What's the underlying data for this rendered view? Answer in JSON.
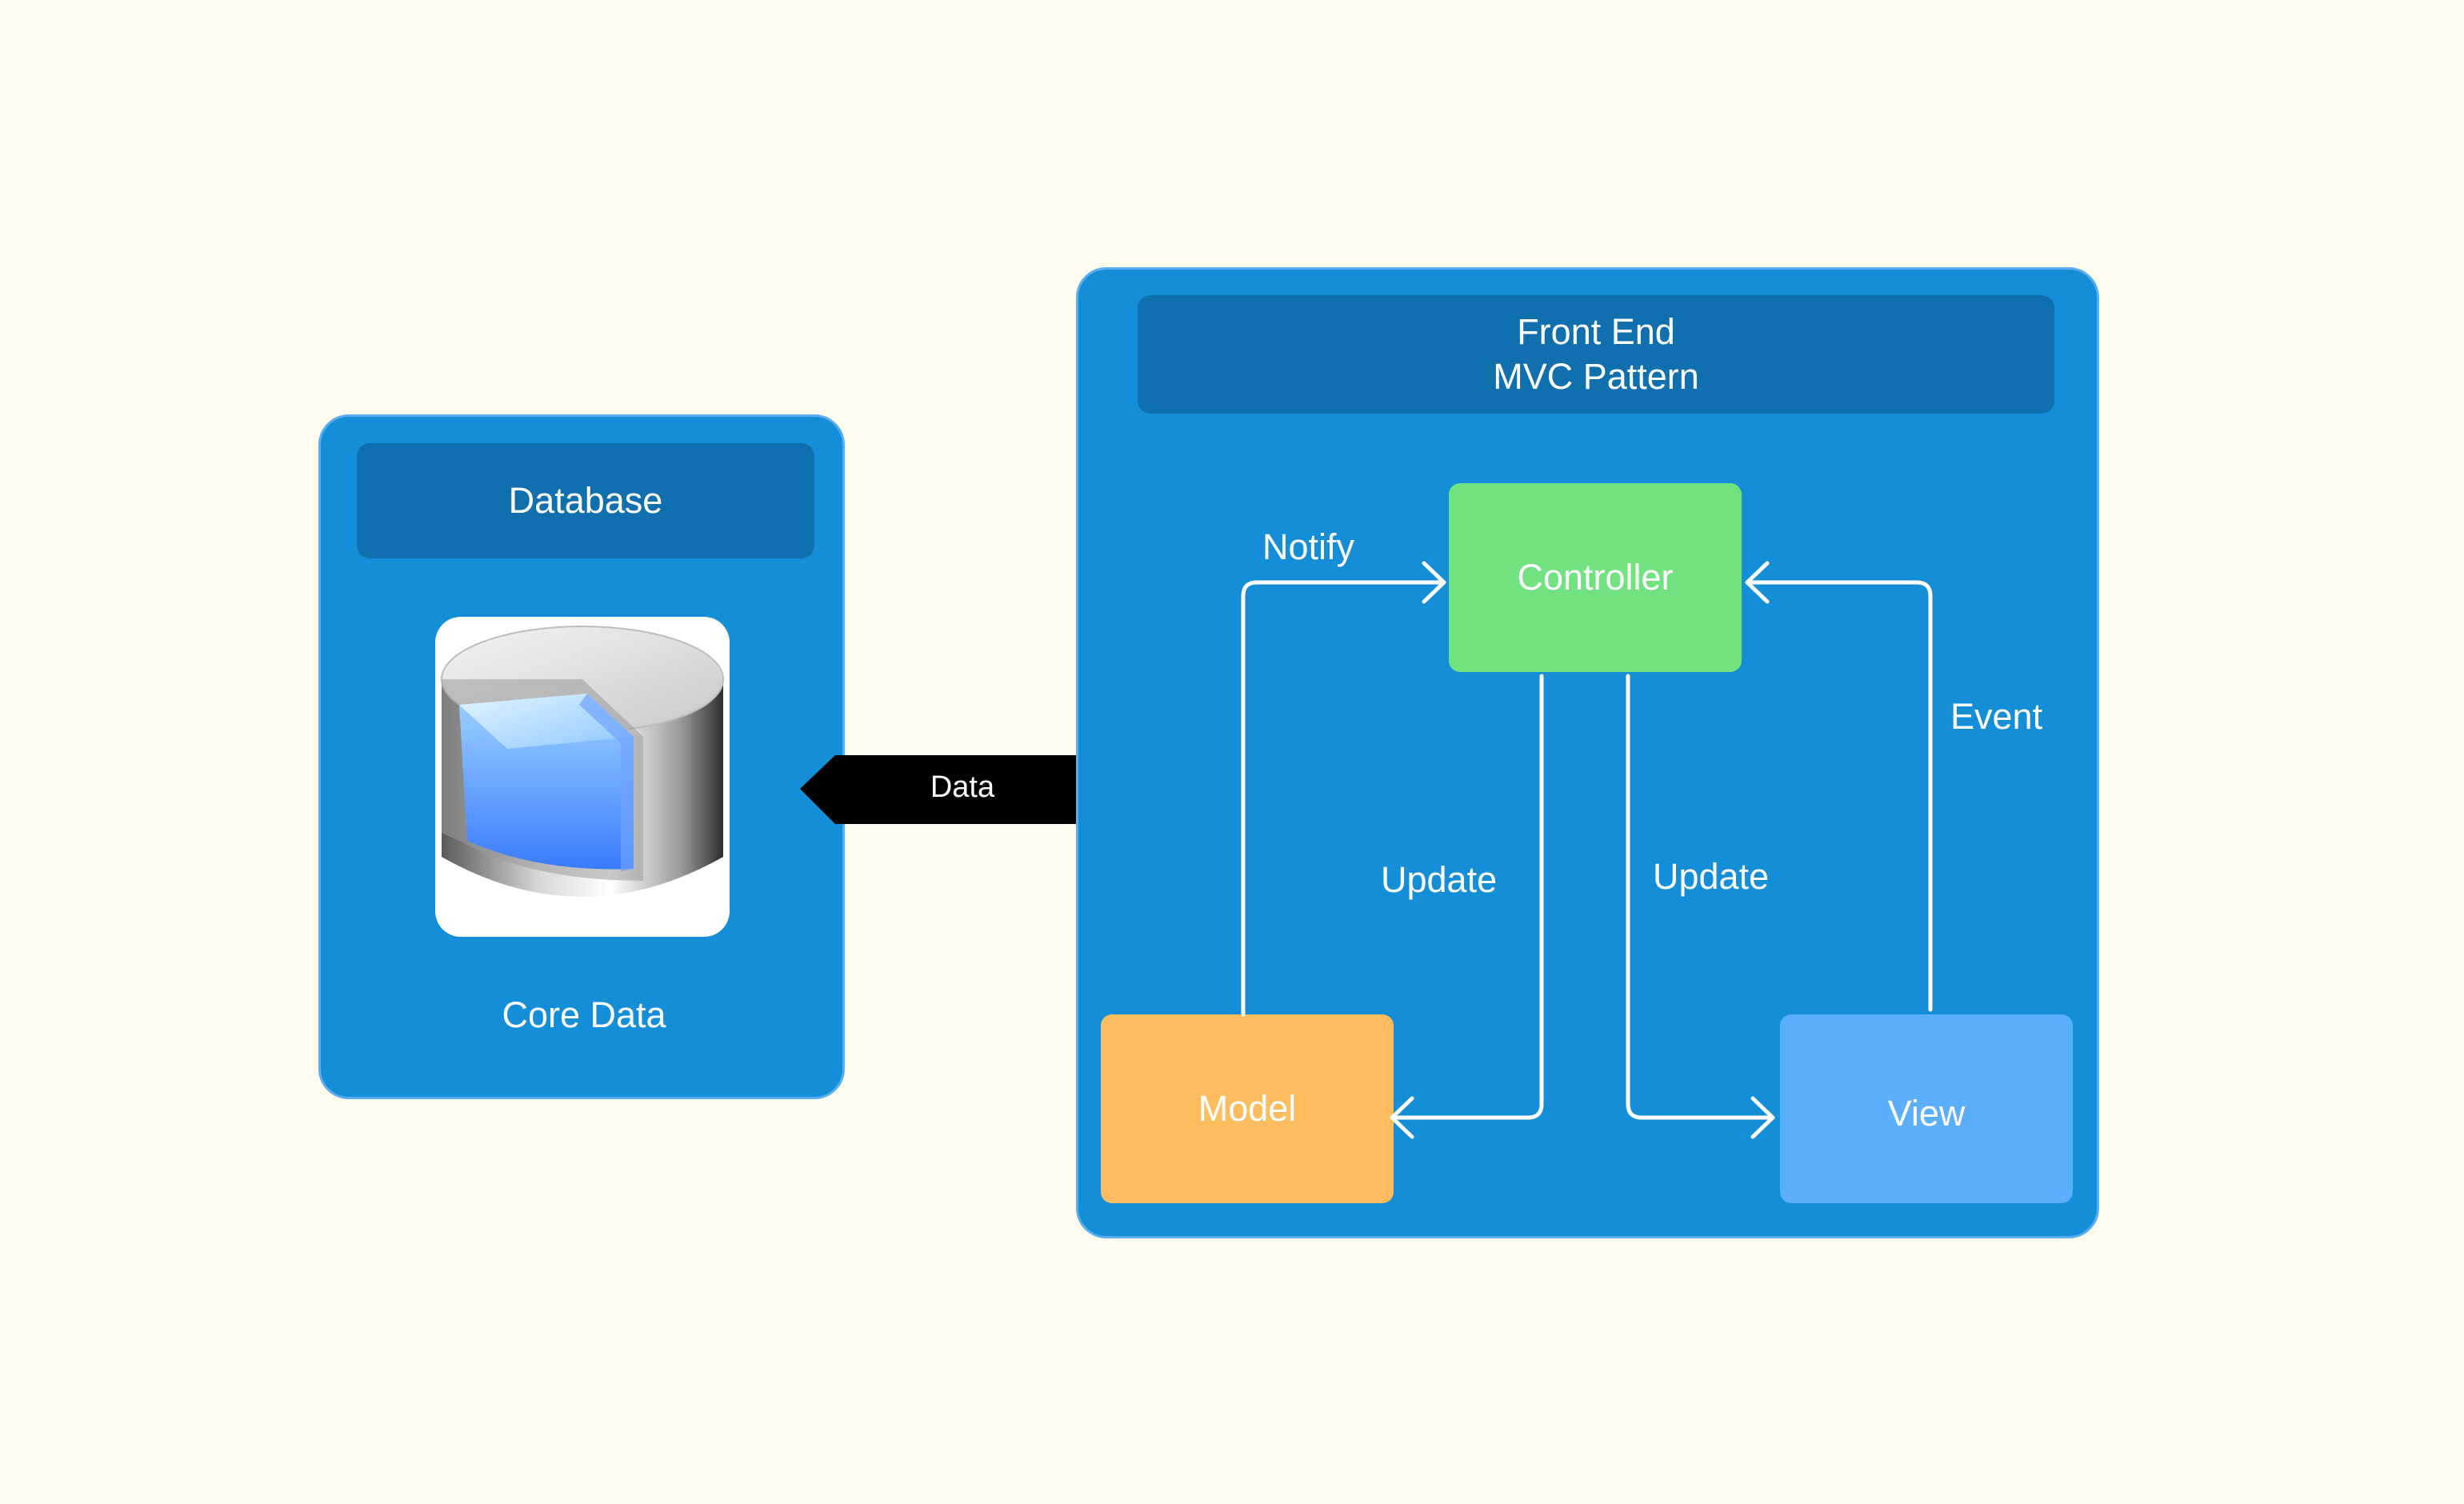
{
  "database": {
    "header": "Database",
    "caption": "Core Data",
    "icon": "core-data-cylinder-icon"
  },
  "connector": {
    "label": "Data"
  },
  "frontend": {
    "title_line1": "Front End",
    "title_line2": "MVC Pattern"
  },
  "nodes": {
    "controller": "Controller",
    "model": "Model",
    "view": "View"
  },
  "edges": {
    "notify": "Notify",
    "update_left": "Update",
    "update_right": "Update",
    "event": "Event"
  },
  "colors": {
    "background": "#fffbef",
    "panel": "#148fd7",
    "header": "#0f70ad",
    "controller": "#72e17f",
    "model": "#fdbd5f",
    "view": "#5aaefc",
    "connector": "#000000"
  }
}
